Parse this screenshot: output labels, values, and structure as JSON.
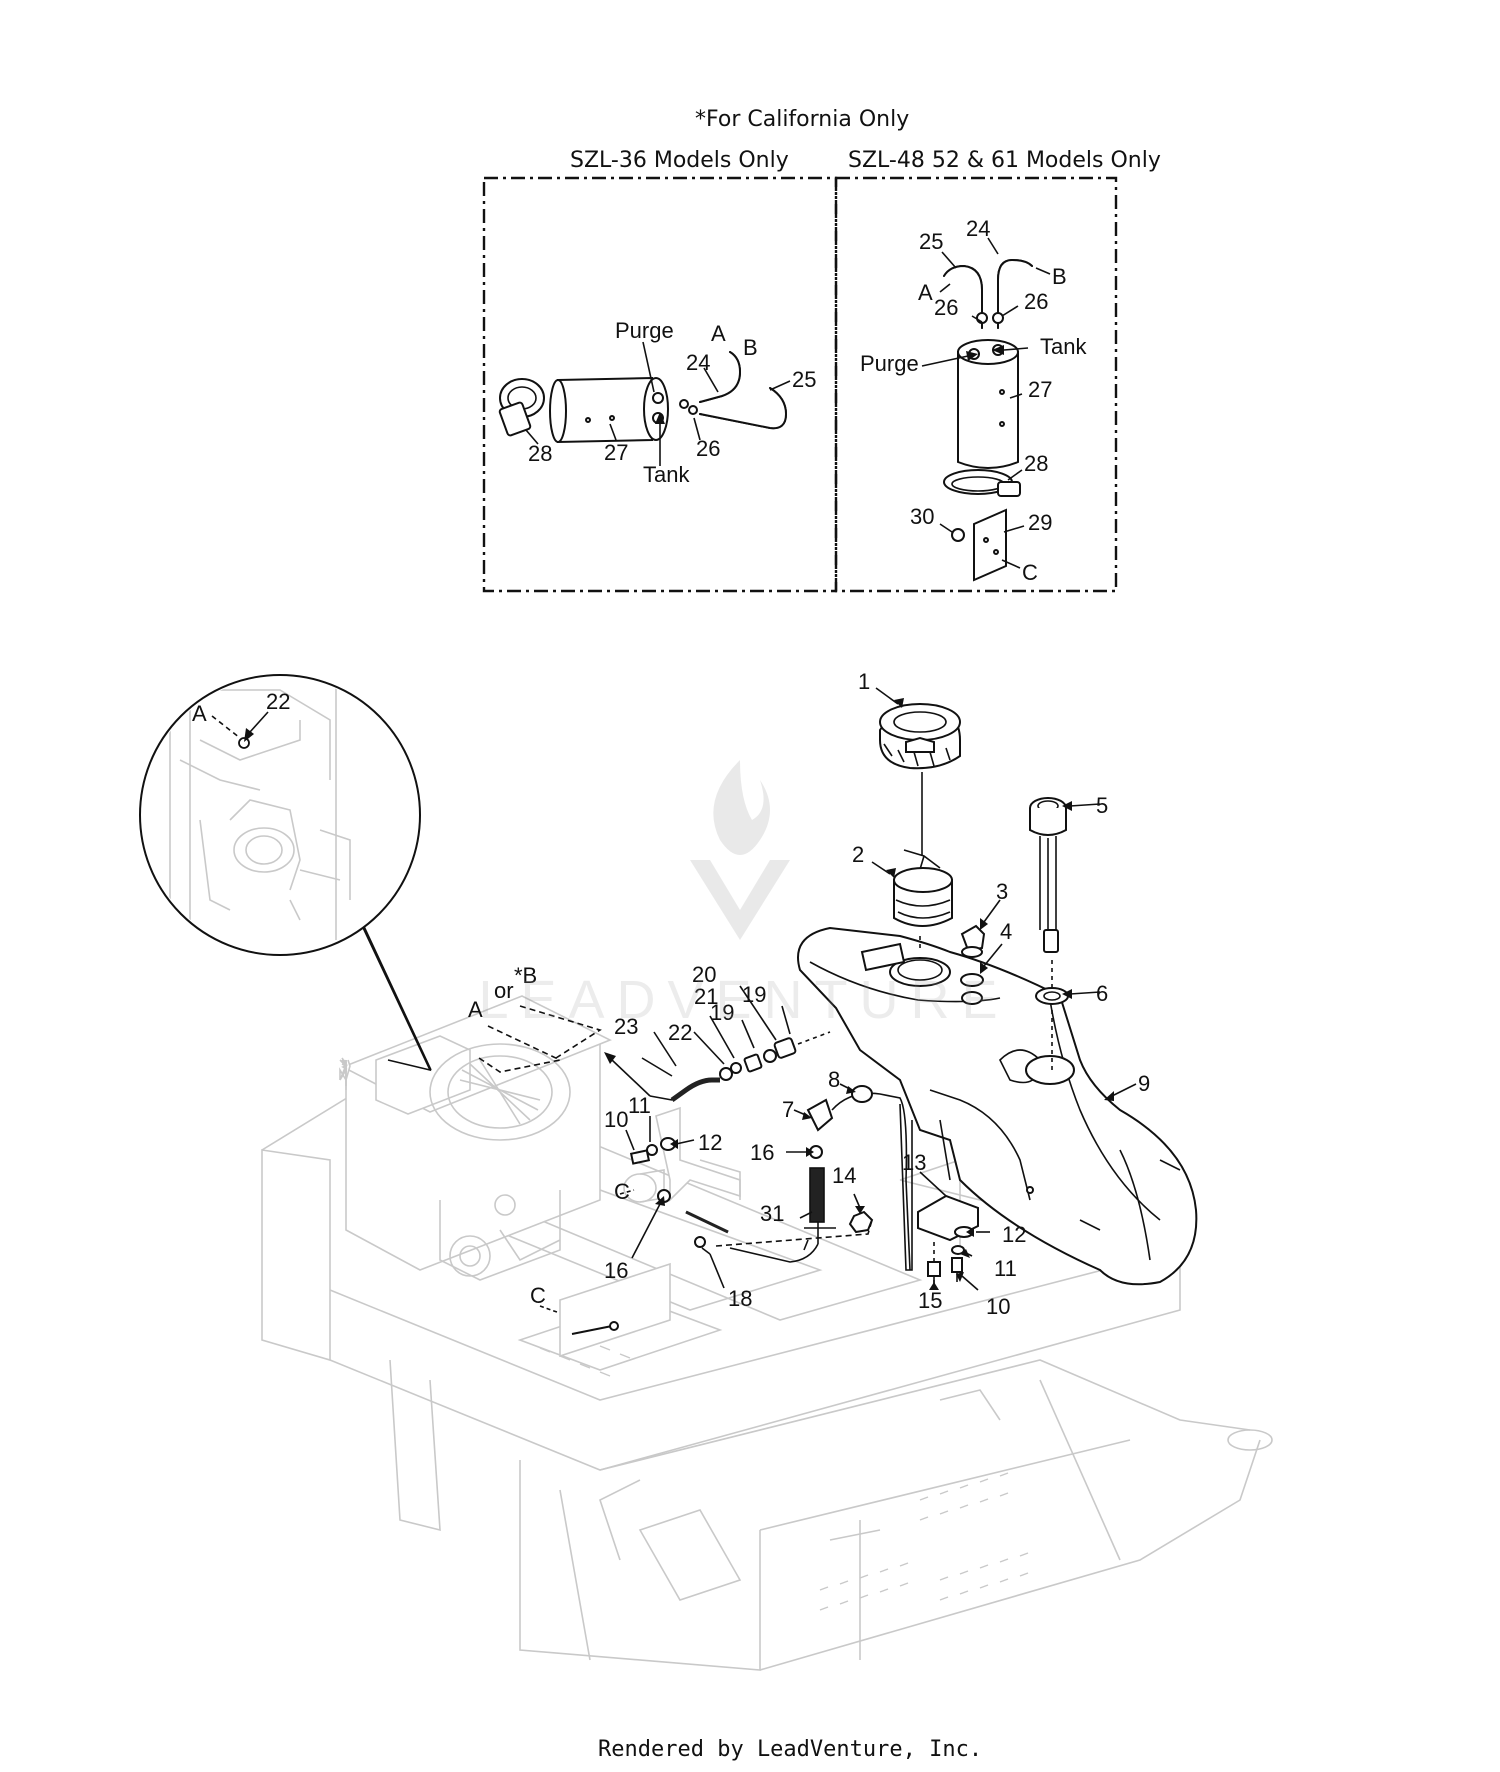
{
  "header": {
    "title": "*For California Only",
    "left_panel_title": "SZL-36 Models Only",
    "right_panel_title": "SZL-48 52 & 61 Models Only"
  },
  "left_panel_labels": {
    "purge": "Purge",
    "tank": "Tank",
    "a": "A",
    "b": "B",
    "n24": "24",
    "n25": "25",
    "n26": "26",
    "n27": "27",
    "n28": "28"
  },
  "right_panel_labels": {
    "purge": "Purge",
    "tank": "Tank",
    "a": "A",
    "b": "B",
    "c": "C",
    "n24": "24",
    "n25": "25",
    "n26a": "26",
    "n26b": "26",
    "n27": "27",
    "n28": "28",
    "n29": "29",
    "n30": "30"
  },
  "detail_labels": {
    "a": "A",
    "n22": "22"
  },
  "main_labels": {
    "n1": "1",
    "n2": "2",
    "n3": "3",
    "n4": "4",
    "n5": "5",
    "n6": "6",
    "n7": "7",
    "n8": "8",
    "n9": "9",
    "n10a": "10",
    "n11a": "11",
    "n12a": "12",
    "n10b": "10",
    "n11b": "11",
    "n12b": "12",
    "n13": "13",
    "n14": "14",
    "n15": "15",
    "n16a": "16",
    "n16b": "16",
    "n18": "18",
    "n19a": "19",
    "n19b": "19",
    "n20": "20",
    "n21": "21",
    "n22": "22",
    "n23": "23",
    "n31": "31",
    "a": "A",
    "or": "or",
    "star_b": "*B",
    "c1": "C",
    "c2": "C"
  },
  "watermark": {
    "text": "LEADVENTURE"
  },
  "footer": {
    "text": "Rendered by LeadVenture, Inc."
  }
}
